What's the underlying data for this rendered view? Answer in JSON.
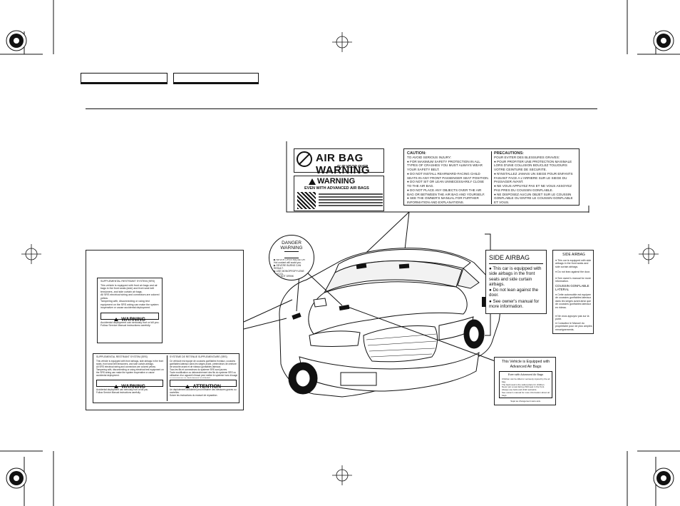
{
  "airbag_panel": {
    "title": "AIR BAG WARNING",
    "subtitle": "FLIP VISOR OVER",
    "warning_word": "WARNING",
    "warning_sub": "EVEN WITH ADVANCED AIR BAGS",
    "caution_heading": "CAUTION:",
    "caution_text": "TO AVOID SERIOUS INJURY:\n● FOR MAXIMUM SAFETY PROTECTION IN ALL TYPES OF CRASHES YOU MUST ALWAYS WEAR YOUR SAFETY BELT.\n● DO NOT INSTALL REARWARD-FACING CHILD SEATS IN ANY FRONT PASSENGER SEAT POSITION.\n● DO NOT SIT OR LEAN UNNECESSARILY CLOSE TO THE AIR BAG.\n● DO NOT PLACE ANY OBJECTS OVER THE AIR BAG OR BETWEEN THE AIR BAG AND YOURSELF.\n● SEE THE OWNER'S MANUAL FOR FURTHER INFORMATION AND EXPLANATIONS.",
    "fr_heading": "PRECAUTIONS:",
    "fr_text": "POUR EVITER DES BLESSURES GRAVES:\n● POUR PROFITER UNE PROTECTION MAXIMALE LORS D'UNE COLLISION BOUCLEZ TOUJOURS VOTRE CEINTURE DE SECURITE.\n● N'INSTALLEZ JAMAIS UN SIEGE POUR ENFANTS FAISANT FACE A L'ARRIERE SUR LE SIEGE DU PASSAGER AVANT.\n● NE VOUS APPUYEZ PAS ET NE VOUS ASSOYEZ PAS PRES DU COUSSIN GONFLABLE.\n● NE DISPOSEZ AUCUN OBJET SUR LE COUSSIN GONFLABLE OU ENTRE LE COUSSIN GONFLABLE ET VOUS.\n● LISEZ LE GUIDE UTILISATEUR POUR DE PLUS AMPLES RENSEIGNEMENTS."
  },
  "danger_badge": {
    "line1": "DANGER",
    "line2": "WARNING",
    "body": "▶ NEVER OPEN RADIATOR\nHot coolant will scald you.\n▶ SEVERE BURNS CAN RESULT.\n▶ USE MONOPROPYLENE GLYCOL\n▶ DO NOT DRINK\n▶ COOLANT 1.1"
  },
  "srs_panel": {
    "top_label_title": "SUPPLEMENTAL RESTRAINT SYSTEM (SRS)",
    "top_label_text": "This vehicle is equipped with front air bags and air bags in the front seats (side) and front seat belt tensioners, and side curtain air bags.\nAll SRS electrical wiring and connectors are colored yellow.\nTampering with, disconnecting or using test equipment on the SRS wiring can make the system inoperative or cause accidental deployment.",
    "top_warning": "WARNING",
    "top_warning_text": "Accidental deployment can seriously hurt or kill you.\nFollow Service Manual instructions carefully.",
    "bottom_left_title": "SUPPLEMENTAL RESTRAINT SYSTEM (SRS)",
    "bottom_left_text": "This vehicle is equipped with front airbags, side airbags in the front seats, front seat belt tensioners, and side curtain airbags.\nAll SRS electrical wiring and connectors are colored yellow.\nTampering with, disconnecting or using electrical test equipment on the SRS wiring can make the system inoperative or cause accidental deployment.",
    "bottom_right_title": "SYSTEME DE RETENUE SUPPLEMENTAIRE (SRS)",
    "bottom_right_text": "Ce vehicule est equipe de coussins gonflables frontaux, coussins gonflables lateraux dans les sieges avant, pretendeurs de ceinture de securite avant et de rideaux gonflables lateraux.\nTous les fils et connecteurs du systeme SRS sont jaunes.\nToute modification ou debranchement des fils du systeme SRS ou utilisation d'un appareil d'essai peut mettre le systeme hors d'usage ou provoquer un deploiement accidentel.",
    "warning_left": "WARNING",
    "warning_left_text": "Accidental deployment can seriously hurt or kill you.\nFollow Service Manual instructions carefully.",
    "warning_right": "ATTENTION",
    "warning_right_text": "Un deploiement accidentel peut entrainer des blessures graves ou mortelles.\nSuivre les instructions du manuel de reparation."
  },
  "side_airbag": {
    "title": "SIDE AIRBAG",
    "bullets": [
      "This car is equipped with side airbags in the front seats and side curtain airbags.",
      "Do not lean against the door.",
      "See owner's manual for more information."
    ],
    "fr_title": "SIDE AIRBAG",
    "fr_subtitle": "COUSSIN GONFLABLE LATERAL",
    "fr_en_bullets": [
      "This car is equipped with side airbags in the front seats and side curtain airbags.",
      "Do not lean against the door.",
      "See owner's manual for more information."
    ],
    "fr_bullets": [
      "Cette automobile est equipee de coussins gonflables lateraux dans les sieges avant ainsi que de coussins gonflables lateraux en rideau.",
      "Ne vous appuyez pas sur la porte.",
      "Consultez le Manuel du proprietaire pour de plus amples renseignements."
    ]
  },
  "advanced_label": {
    "line1": "This Vehicle is Equipped with",
    "line2": "Advanced Air Bags",
    "inner_title": "Even with Advanced Air Bags",
    "inner_text": "Children can be killed or seriously injured by the air bag.\nThe back seat is the safest place for children.\nNever put a rear-facing child seat in the front.\nAlways use belts and child restraints.\nSee owner's manual for more information about air bags.",
    "footer": "Sujet au changement sans avis."
  }
}
